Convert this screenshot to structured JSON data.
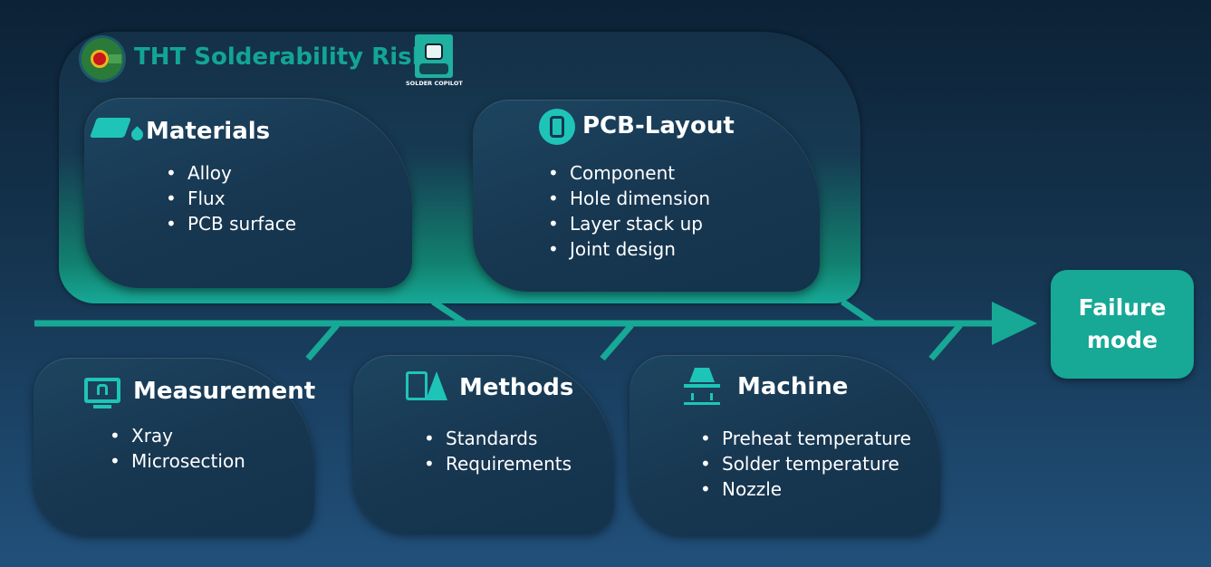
{
  "title": "THT Solderability Risk",
  "logo_text": "SOLDER COPILOT",
  "categories": {
    "materials": {
      "label": "Materials",
      "items": [
        "Alloy",
        "Flux",
        "PCB surface"
      ]
    },
    "pcb_layout": {
      "label": "PCB-Layout",
      "items": [
        "Component",
        "Hole dimension",
        "Layer stack up",
        "Joint design"
      ]
    },
    "measurement": {
      "label": "Measurement",
      "items": [
        "Xray",
        "Microsection"
      ]
    },
    "methods": {
      "label": "Methods",
      "items": [
        "Standards",
        "Requirements"
      ]
    },
    "machine": {
      "label": "Machine",
      "items": [
        "Preheat temperature",
        "Solder temperature",
        "Nozzle"
      ]
    }
  },
  "effect": {
    "line1": "Failure",
    "line2": "mode"
  },
  "colors": {
    "accent": "#17a896",
    "background": "#15344f"
  }
}
